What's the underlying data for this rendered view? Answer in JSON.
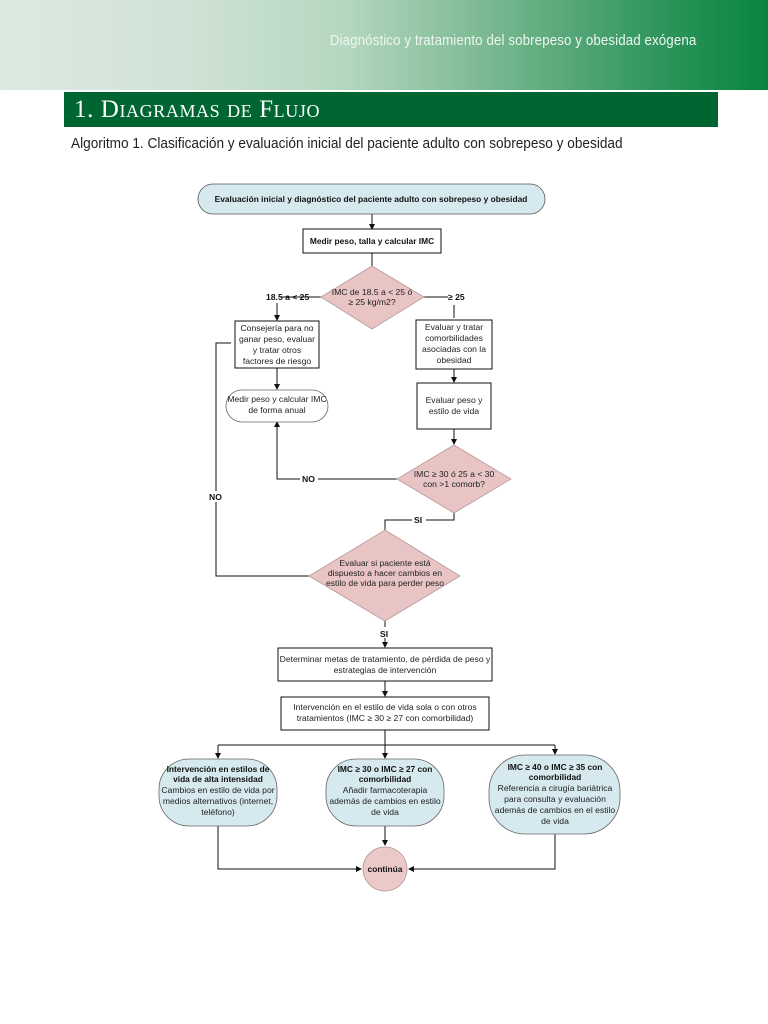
{
  "header": {
    "banner_title": "Diagnóstico y tratamiento del sobrepeso y obesidad exógena",
    "section_title": "1.   Diagramas de Flujo",
    "subtitle": "Algoritmo 1. Clasificación y evaluación inicial del paciente adulto con sobrepeso y obesidad"
  },
  "colors": {
    "banner_green": "#06843e",
    "section_green": "#006631",
    "terminal_fill": "#d5e9ef",
    "decision_fill": "#e8c4c4",
    "box_stroke": "#111111"
  },
  "flowchart": {
    "start": "Evaluación inicial y diagnóstico del paciente adulto con sobrepeso y obesidad",
    "measure": "Medir peso, talla y calcular IMC",
    "decision1": {
      "lines": [
        "IMC de 18.5 a < 25 ó",
        "≥ 25 kg/m2?"
      ],
      "left_label": "18.5 a < 25",
      "right_label": "≥ 25"
    },
    "counsel": {
      "lines": [
        "Consejería para no",
        "ganar peso, evaluar",
        "y tratar otros",
        "factores de riesgo"
      ]
    },
    "annual": {
      "lines": [
        "Medir peso y calcular IMC",
        "de forma anual"
      ]
    },
    "treat_comorb": {
      "lines": [
        "Evaluar y tratar",
        "comorbilidades",
        "asociadas con la",
        "obesidad"
      ]
    },
    "eval_lifestyle": {
      "lines": [
        "Evaluar peso y",
        "estilo de vida"
      ]
    },
    "decision2": {
      "lines": [
        "IMC ≥ 30 ó 25 a < 30",
        "con >1 comorb?"
      ],
      "no_label": "NO",
      "yes_label": "SI"
    },
    "left_no_label": "NO",
    "decision3": {
      "lines": [
        "Evaluar si paciente está",
        "dispuesto a hacer cambios en",
        "estilo de vida para perder peso"
      ],
      "yes_label": "SI"
    },
    "goals": {
      "lines": [
        "Determinar metas de tratamiento, de pérdida de peso y",
        "estrategias de intervención"
      ]
    },
    "intervention": {
      "lines": [
        "Intervención en el estilo de vida sola o con otros",
        "tratamientos (IMC ≥ 30 ≥ 27 con comorbilidad)"
      ]
    },
    "option1": {
      "title": [
        "Intervención en estilos de",
        "vida de alta intensidad"
      ],
      "body": [
        "Cambios en estilo de vida por",
        "medios alternativos (internet,",
        "teléfono)"
      ]
    },
    "option2": {
      "title": [
        "IMC ≥ 30 o IMC ≥ 27 con",
        "comorbilidad"
      ],
      "body": [
        "Añadir farmacoterapia",
        "además de cambios en estilo",
        "de vida"
      ]
    },
    "option3": {
      "title": [
        "IMC ≥ 40 o IMC ≥ 35 con",
        "comorbilidad"
      ],
      "body": [
        "Referencia a cirugía bariátrica",
        "para consulta y evaluación",
        "además de cambios en el estilo",
        "de vida"
      ]
    },
    "end": "continúa"
  }
}
